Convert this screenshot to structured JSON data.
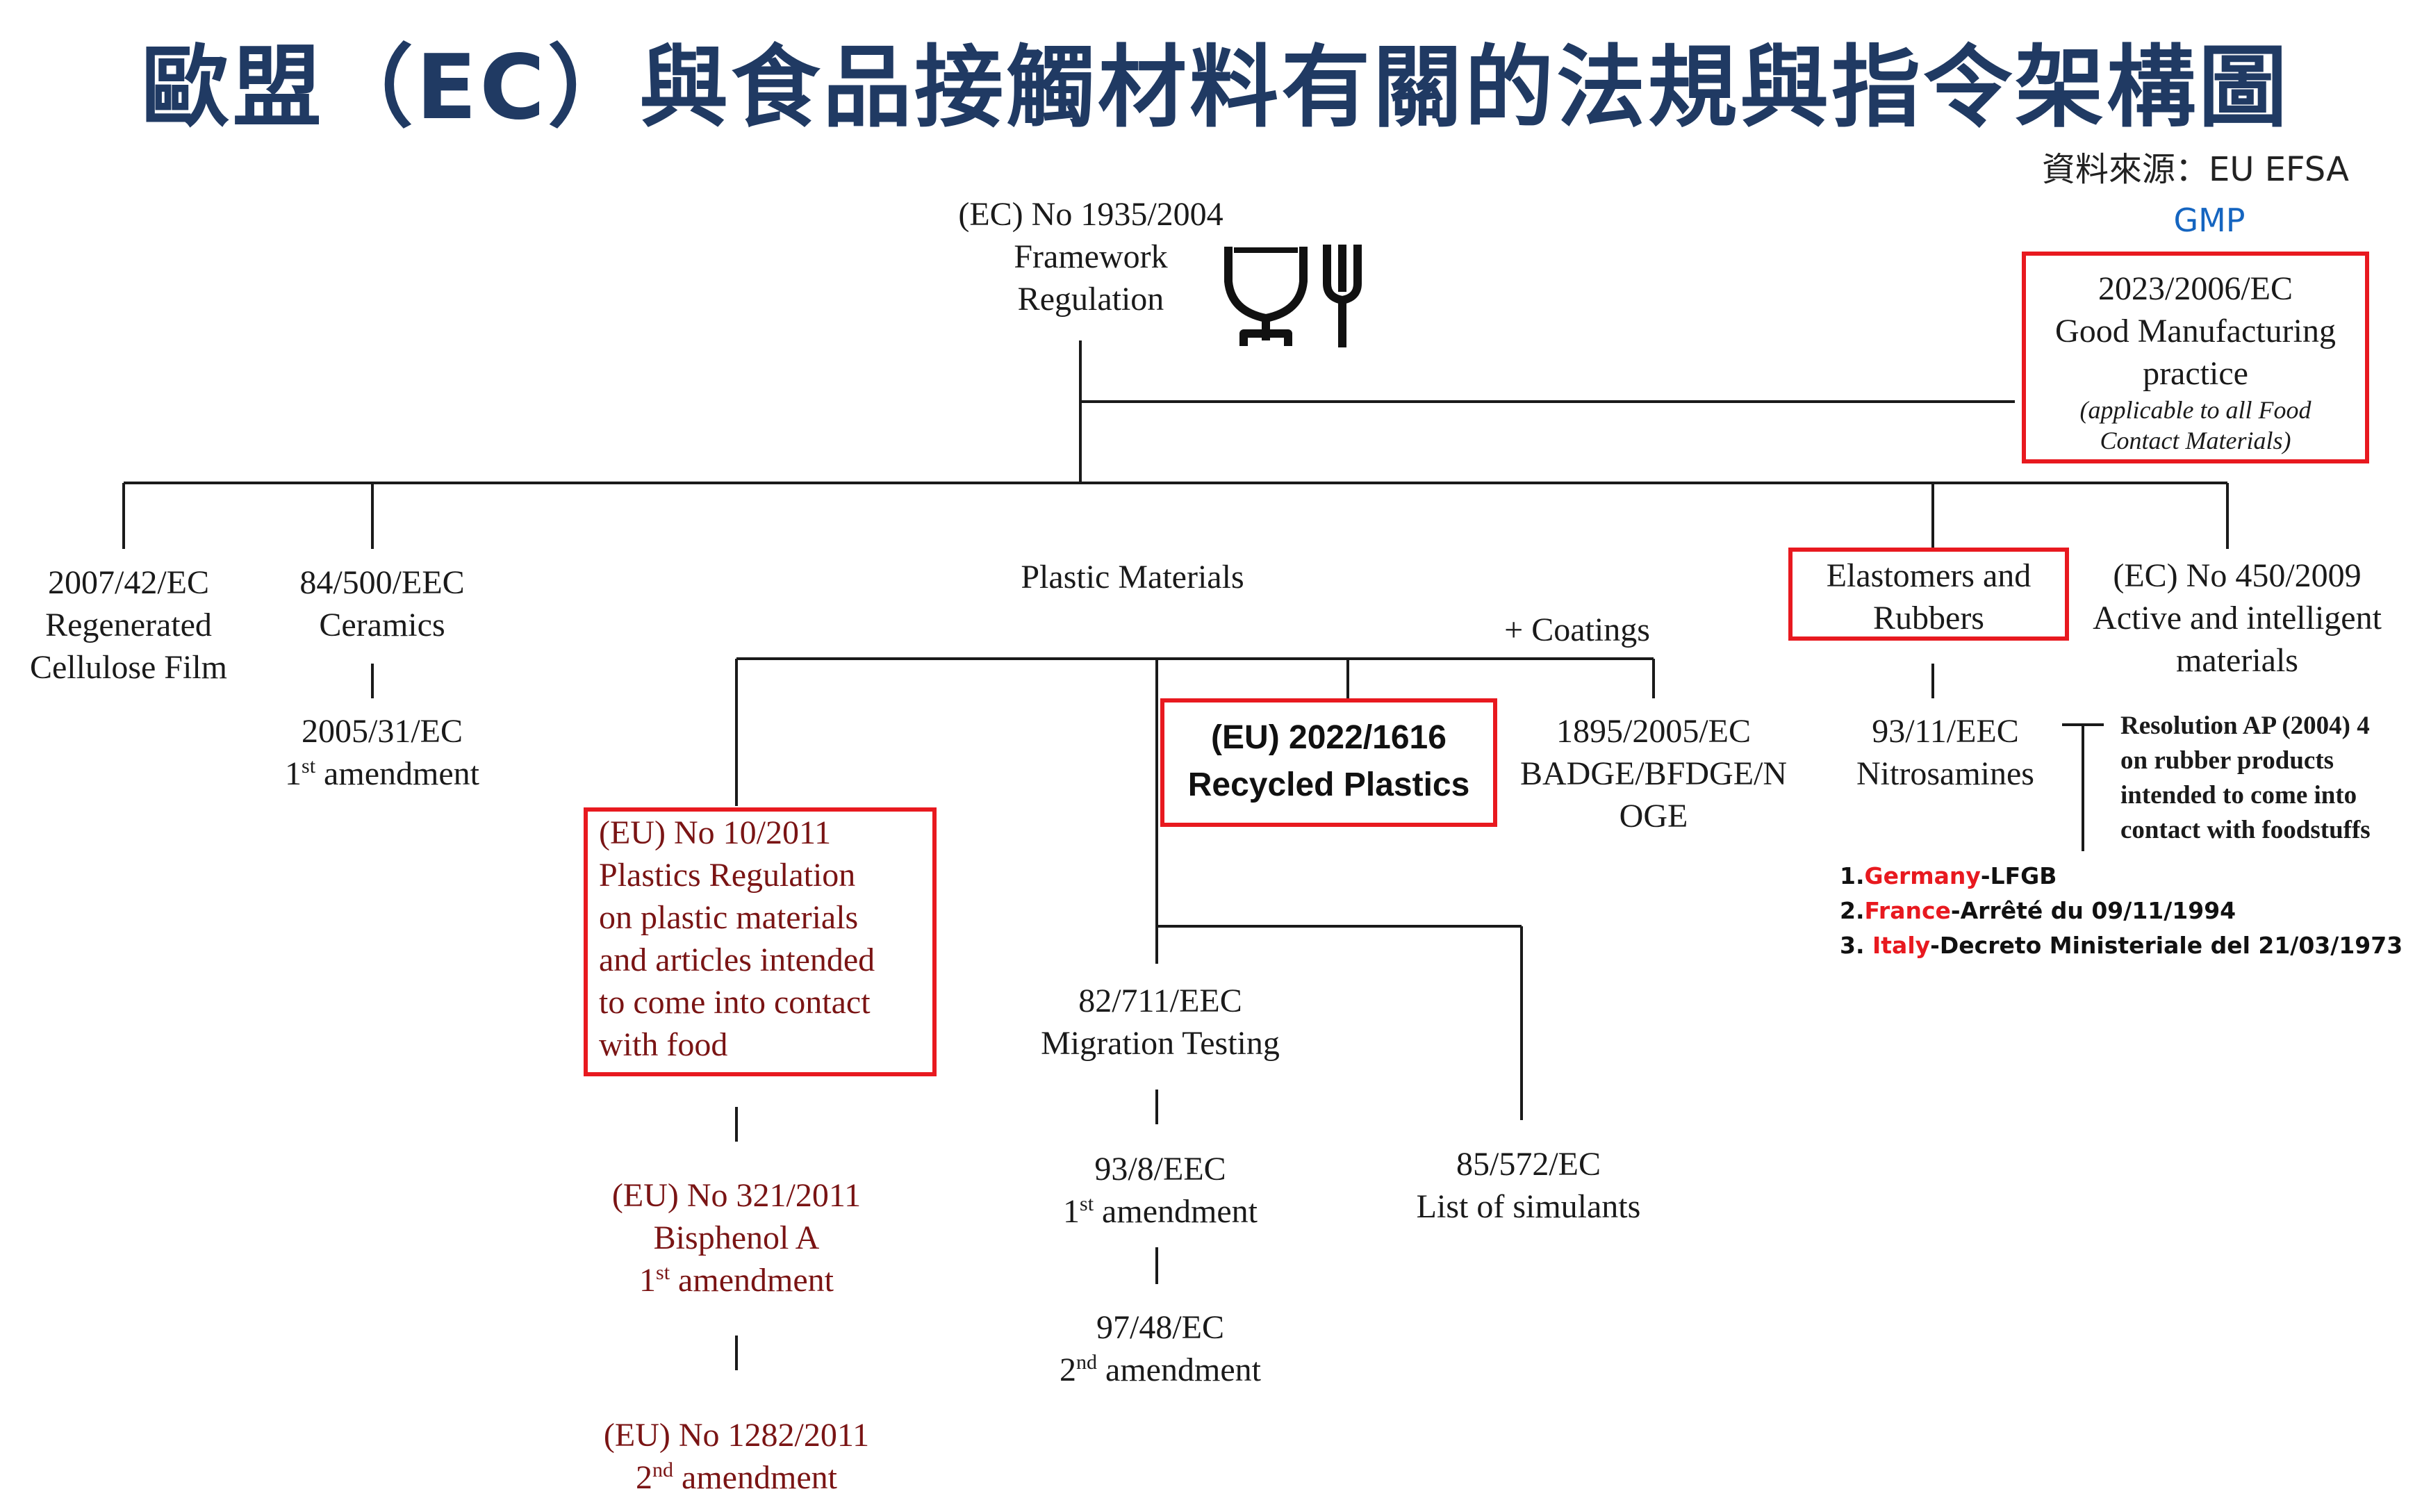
{
  "title": "歐盟（EC）與食品接觸材料有關的法規與指令架構圖",
  "source": "資料來源：EU EFSA",
  "gmp_label": "GMP",
  "icon": "glass-fork-food-contact-icon",
  "accent_color": "#e8191f",
  "title_color": "#203a63",
  "nodes": {
    "framework": {
      "line1": "(EC) No 1935/2004",
      "line2": "Framework",
      "line3": "Regulation"
    },
    "gmp": {
      "line1": "2023/2006/EC",
      "line2": "Good Manufacturing",
      "line3": "practice",
      "note1": "(applicable to all Food",
      "note2": "Contact Materials)"
    },
    "cellulose": {
      "line1": "2007/42/EC",
      "line2": "Regenerated",
      "line3": "Cellulose Film"
    },
    "ceramics": {
      "line1": "84/500/EEC",
      "line2": "Ceramics"
    },
    "ceramics_amend": {
      "line1": "2005/31/EC",
      "num": "1",
      "sup": "st",
      "rest": " amendment"
    },
    "plastic_materials": "Plastic Materials",
    "coatings": "+ Coatings",
    "plastics_reg": {
      "line1": "(EU) No 10/2011",
      "line2": "Plastics Regulation",
      "line3": "on plastic materials",
      "line4": "and articles intended",
      "line5": "to come into contact",
      "line6": "with food"
    },
    "bisphenol": {
      "line1": "(EU) No 321/2011",
      "line2": "Bisphenol A",
      "num": "1",
      "sup": "st",
      "rest": " amendment"
    },
    "eu1282": {
      "line1": "(EU) No 1282/2011",
      "num": "2",
      "sup": "nd",
      "rest": " amendment"
    },
    "recycled": {
      "line1": "(EU) 2022/1616",
      "line2": "Recycled Plastics"
    },
    "badge": {
      "line1": "1895/2005/EC",
      "line2": "BADGE/BFDGE/N",
      "line3": "OGE"
    },
    "migration": {
      "line1": "82/711/EEC",
      "line2": "Migration Testing"
    },
    "amend93": {
      "line1": "93/8/EEC",
      "num": "1",
      "sup": "st",
      "rest": " amendment"
    },
    "amend97": {
      "line1": "97/48/EC",
      "num": "2",
      "sup": "nd",
      "rest": " amendment"
    },
    "simulants": {
      "line1": "85/572/EC",
      "line2": "List of simulants"
    },
    "elastomers": {
      "line1": "Elastomers and",
      "line2": "Rubbers"
    },
    "nitrosamines": {
      "line1": "93/11/EEC",
      "line2": "Nitrosamines"
    },
    "active": {
      "line1": "(EC) No 450/2009",
      "line2": "Active and intelligent",
      "line3": "materials"
    },
    "resolution": {
      "line1": "Resolution AP (2004) 4",
      "line2": "on rubber products",
      "line3": "intended to come into",
      "line4": "contact with foodstuffs"
    }
  },
  "national": [
    {
      "prefix": "1.",
      "country": "Germany",
      "law": "-LFGB"
    },
    {
      "prefix": "2.",
      "country": "France",
      "law": "-Arrêté du 09/11/1994"
    },
    {
      "prefix": "3. ",
      "country": "Italy",
      "law": "-Decreto Ministeriale del 21/03/1973"
    }
  ]
}
